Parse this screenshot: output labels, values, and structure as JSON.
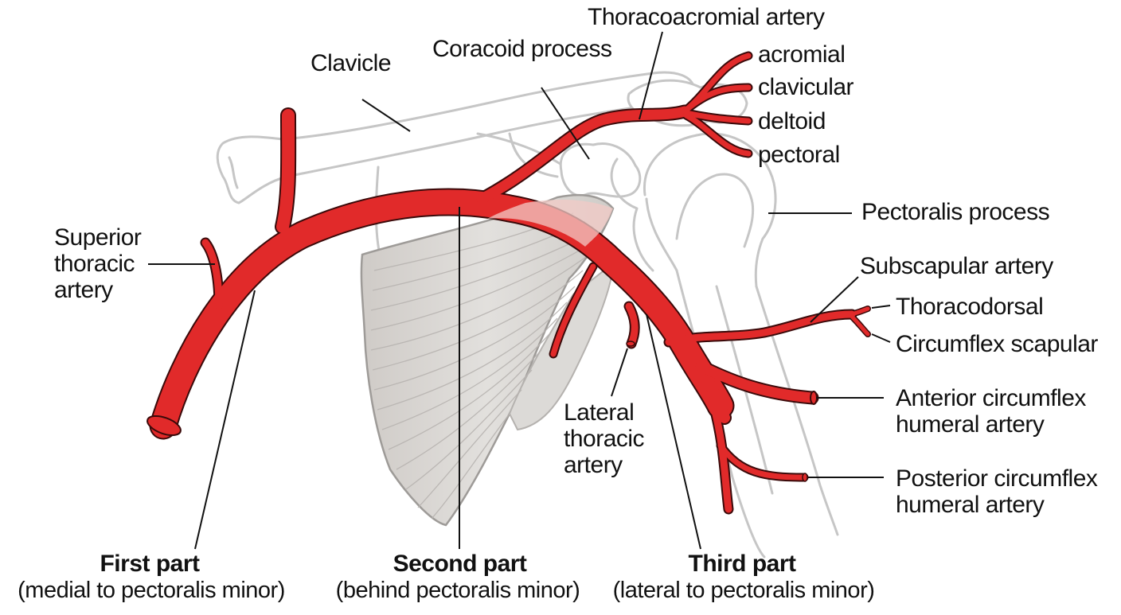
{
  "figure": {
    "subject": "Axillary artery and its branches",
    "colors": {
      "artery": "#e12a2a",
      "artery_outline": "#3a0a0a",
      "bone_outline": "#c4c4c4",
      "muscle_fill": "#d9d7d4",
      "leader_line": "#111111",
      "text": "#111111"
    },
    "labels": {
      "clavicle": "Clavicle",
      "coracoid_process": "Coracoid process",
      "thoracoacromial_artery": "Thoracoacromial artery",
      "acromial": "acromial",
      "clavicular": "clavicular",
      "deltoid": "deltoid",
      "pectoral": "pectoral",
      "pectoralis_process": "Pectoralis process",
      "superior_thoracic_artery": "Superior\nthoracic\nartery",
      "subscapular_artery": "Subscapular artery",
      "thoracodorsal": "Thoracodorsal",
      "circumflex_scapular": "Circumflex scapular",
      "anterior_circumflex_humeral": "Anterior circumflex\nhumeral artery",
      "lateral_thoracic_artery": "Lateral\nthoracic\nartery",
      "posterior_circumflex_humeral": "Posterior circumflex\nhumeral artery"
    },
    "parts": [
      {
        "title": "First part",
        "subtitle": "(medial to pectoralis minor)"
      },
      {
        "title": "Second part",
        "subtitle": "(behind pectoralis minor)"
      },
      {
        "title": "Third part",
        "subtitle": "(lateral to pectoralis minor)"
      }
    ]
  }
}
